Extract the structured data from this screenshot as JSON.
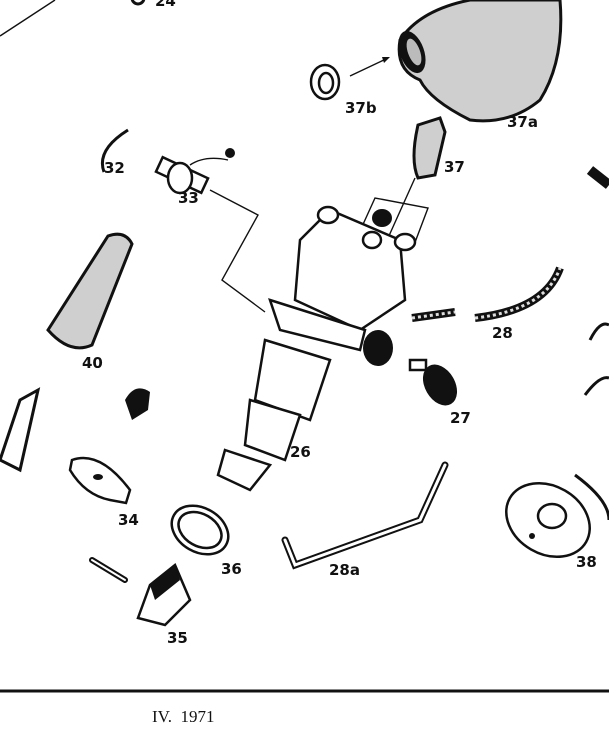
{
  "diagram": {
    "part_labels": {
      "p24": "24",
      "p37b": "37b",
      "p37a": "37a",
      "p32": "32",
      "p33": "33",
      "p37": "37",
      "p40": "40",
      "p28": "28",
      "p27": "27",
      "p26": "26",
      "p34": "34",
      "p36": "36",
      "p28a": "28a",
      "p35": "35",
      "p38": "38"
    },
    "footer": "IV.  1971"
  }
}
